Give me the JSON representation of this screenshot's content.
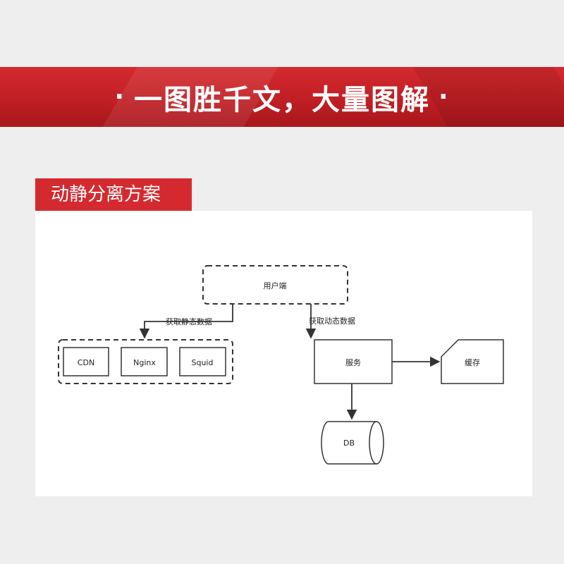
{
  "banner": {
    "dot_left": "·",
    "title": "一图胜千文，大量图解",
    "dot_right": "·"
  },
  "section": {
    "title": "动静分离方案"
  },
  "diagram": {
    "client": "用户端",
    "static_edge": "获取静态数据",
    "dynamic_edge": "获取动态数据",
    "static_nodes": [
      "CDN",
      "Nginx",
      "Squid"
    ],
    "service": "服务",
    "cache": "缓存",
    "db": "DB"
  }
}
